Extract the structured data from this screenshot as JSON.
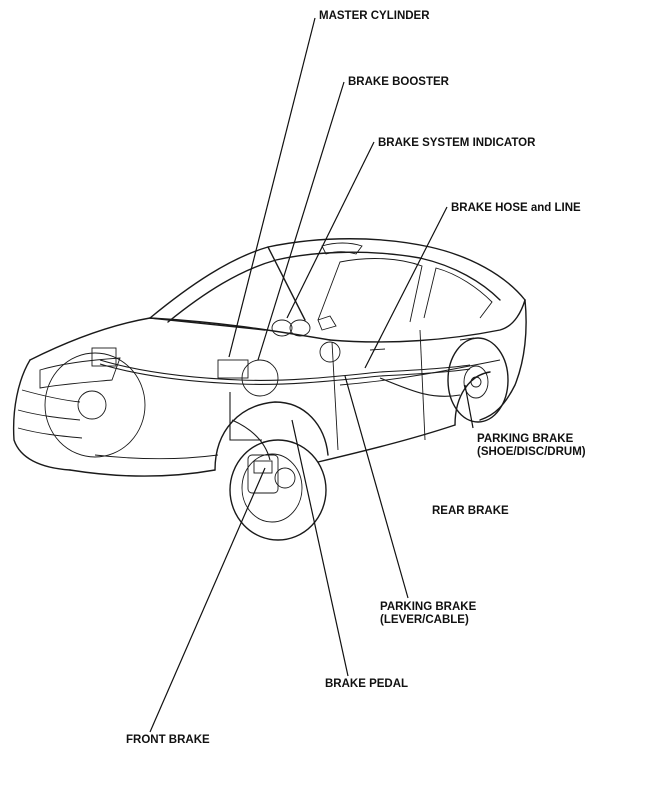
{
  "labels": {
    "master_cylinder": "MASTER CYLINDER",
    "brake_booster": "BRAKE BOOSTER",
    "brake_system_indicator": "BRAKE SYSTEM INDICATOR",
    "brake_hose_line": "BRAKE HOSE and LINE",
    "parking_brake_rear_1": "PARKING BRAKE",
    "parking_brake_rear_2": "(SHOE/DISC/DRUM)",
    "rear_brake": "REAR BRAKE",
    "parking_brake_lever_1": "PARKING BRAKE",
    "parking_brake_lever_2": "(LEVER/CABLE)",
    "brake_pedal": "BRAKE PEDAL",
    "front_brake": "FRONT BRAKE"
  },
  "colors": {
    "ink": "#111111",
    "background": "#ffffff"
  }
}
